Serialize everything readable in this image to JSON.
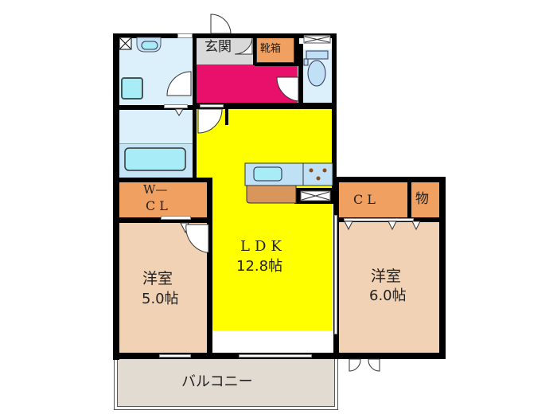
{
  "floorplan": {
    "rooms": {
      "genkan": {
        "label": "玄関",
        "color": "#d9d9d9"
      },
      "shoe_box": {
        "label": "靴箱",
        "color": "#f0a060"
      },
      "hallway": {
        "label": "",
        "color": "#e8106a"
      },
      "washroom": {
        "label": "",
        "color": "#dcf0fb"
      },
      "bath": {
        "label": "",
        "color": "#c6e4f7"
      },
      "toilet": {
        "label": "",
        "color": "#dcf0fb"
      },
      "wcl": {
        "line1": "W—",
        "line2": "CL",
        "color": "#f0a060"
      },
      "ldk": {
        "line1": "LDK",
        "line2": "12.8帖",
        "color": "#ffff00"
      },
      "western_room_1": {
        "line1": "洋室",
        "line2": "5.0帖",
        "color": "#f2d2b4"
      },
      "western_room_2": {
        "line1": "洋室",
        "line2": "6.0帖",
        "color": "#f2d2b4"
      },
      "cl": {
        "label": "CL",
        "color": "#f0a060"
      },
      "storage": {
        "label": "物",
        "color": "#f0a060"
      },
      "balcony": {
        "label": "バルコニー",
        "color": "#e2dbd2"
      }
    },
    "kitchen": {
      "counter_color": "#bfe0f5",
      "sink_color": "#a8ecf8",
      "cabinet_color": "#d8965c"
    }
  }
}
